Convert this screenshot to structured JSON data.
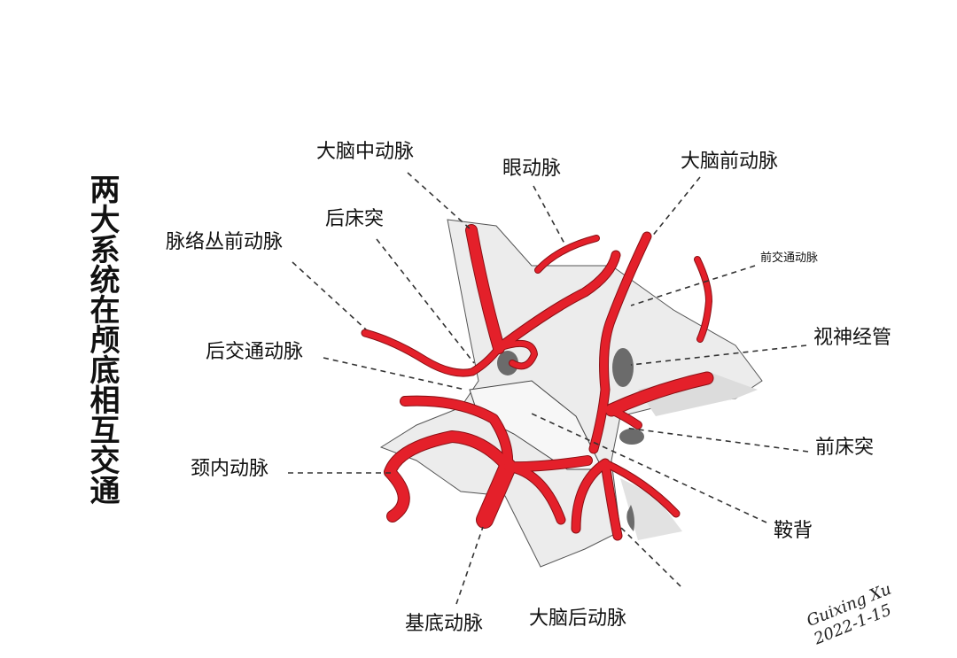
{
  "title": "两大系统在颅底相互交通",
  "labels": {
    "mca": "大脑中动脉",
    "ophthalmic": "眼动脉",
    "aca": "大脑前动脉",
    "acom": "前交通动脉",
    "achoroidal": "脉络丛前动脉",
    "post_clinoid": "后床突",
    "pcom": "后交通动脉",
    "optic_canal": "视神经管",
    "ant_clinoid": "前床突",
    "ica": "颈内动脉",
    "dorsum_sellae": "鞍背",
    "basilar": "基底动脉",
    "pca": "大脑后动脉"
  },
  "signature": {
    "name": "Guixing Xu",
    "date": "2022-1-15"
  },
  "colors": {
    "artery": "#e4202a",
    "bone": "#ececec",
    "foramen": "#6b6b6b"
  }
}
